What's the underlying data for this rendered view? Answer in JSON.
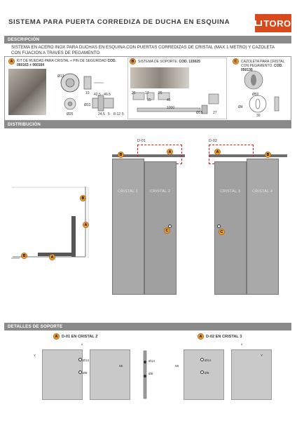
{
  "header": {
    "title": "SISTEMA PARA PUERTA CORREDIZA DE DUCHA EN ESQUINA",
    "logo": "TORO"
  },
  "sections": {
    "descripcion": "DESCRIPCIÓN",
    "distribucion": "DISTRIBUCIÓN",
    "detalles": "DETALLES DE SOPORTE"
  },
  "description_text": "SISTEMA EN ACERO INOX PARA DUCHAS EN ESQUINA CON PUERTAS CORREDIZAS DE CRISTAL (MAX 1 METRO) Y CAZOLETA CON FIJACION A TRAVES DE PEGAMENTO",
  "components": {
    "a": {
      "badge": "A",
      "label": "KIT DE RUEDAS PARA CRISTAL + PIN DE SEGURIDAD",
      "cod_label": "COD.",
      "codes": "060163 + 060164"
    },
    "b": {
      "badge": "B",
      "label": "SISTEMA DE SOPORTE.",
      "cod": "COD. 115025"
    },
    "c": {
      "badge": "C",
      "label": "CAZOLETA PARA CRISTAL CON PEGAMENTO.",
      "cod": "COD. 050130"
    }
  },
  "dims_a": {
    "d1": "Ø13",
    "d2": "10",
    "d3": "Ø25",
    "d4": "42.5 - 46.5",
    "d5": "Ø13",
    "d6": "24.5",
    "d7": "5",
    "d8": "8-12",
    "d9": "5"
  },
  "dims_b": {
    "d1": "25",
    "d2": "17",
    "d3": "25",
    "d4": "15",
    "d5": "45",
    "d6": "1000",
    "d7": "Ø25",
    "d8": "27"
  },
  "dims_c": {
    "d1": "Ø50",
    "d2": "Ø4",
    "d3": "30"
  },
  "distribution": {
    "d01": "D-01",
    "d02": "D-02",
    "glasses": [
      "CRISTAL 1",
      "CRISTAL 2",
      "CRISTAL 3",
      "CRISTAL 4"
    ],
    "marks": [
      "A",
      "B",
      "C"
    ]
  },
  "details": {
    "left": {
      "badge": "A",
      "title": "D-01 EN CRISTAL 2"
    },
    "right": {
      "badge": "A",
      "title": "D-02 EN CRISTAL 3"
    },
    "x": "x",
    "y": "Y",
    "d14": "Ø14",
    "d8": "Ø8",
    "h55": "55"
  }
}
